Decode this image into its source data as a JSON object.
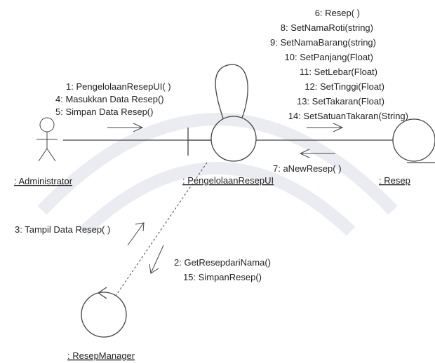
{
  "objects": {
    "administrator": ": Administrator",
    "ui": ": PengelolaanResepUI",
    "resep": ": Resep",
    "manager": ": ResepManager"
  },
  "messages": {
    "admin_to_ui": [
      "1: PengelolaanResepUI( )",
      "4: Masukkan Data Resep()",
      "5: Simpan Data Resep()"
    ],
    "ui_to_resep": [
      "6: Resep( )",
      "8: SetNamaRoti(string)",
      "9: SetNamaBarang(string)",
      "10: SetPanjang(Float)",
      "11: SetLebar(Float)",
      "12: SetTinggi(Float)",
      "13: SetTakaran(Float)",
      "14: SetSatuanTakaran(String)"
    ],
    "resep_to_ui": [
      "7: aNewResep( )"
    ],
    "manager_to_ui": [
      "3: Tampil Data Resep( )"
    ],
    "ui_to_manager": [
      "2: GetResepdariNama()",
      "15: SimpanResep()"
    ]
  }
}
